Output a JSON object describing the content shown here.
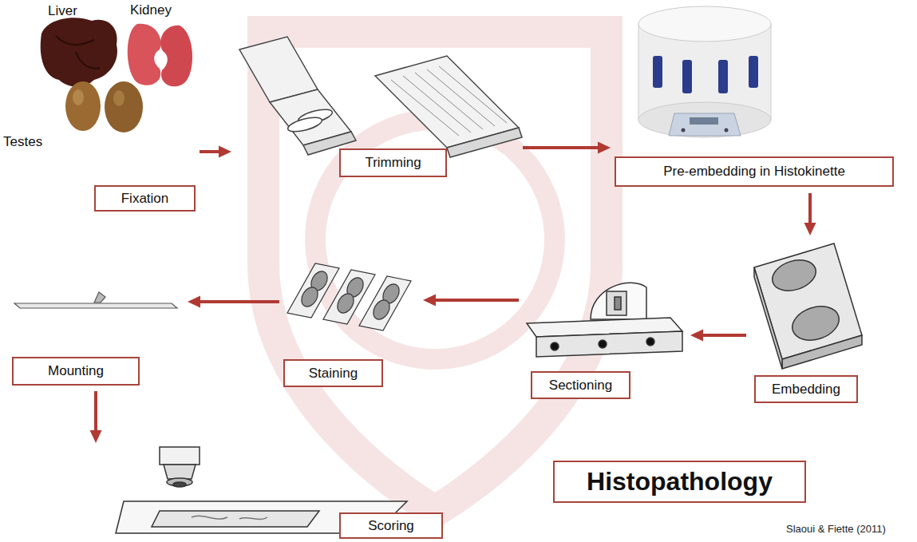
{
  "diagram": {
    "nodes": [
      {
        "text": [
          "Fixation"
        ]
      },
      {
        "text": [
          "Trimming"
        ]
      },
      {
        "text": [
          "Pre-embedding in Histokinette"
        ]
      },
      {
        "text": [
          "Embedding"
        ]
      },
      {
        "text": [
          "Sectioning"
        ]
      },
      {
        "text": [
          "Staining"
        ]
      },
      {
        "text": [
          "Mounting"
        ]
      },
      {
        "text": [
          "Scoring"
        ]
      },
      {
        "text": [
          "Histopathology"
        ]
      }
    ],
    "edges": [
      {
        "from": 0,
        "to": 1,
        "arrow": "to"
      },
      {
        "from": 1,
        "to": 2,
        "arrow": "to"
      },
      {
        "from": 2,
        "to": 3,
        "arrow": "to"
      },
      {
        "from": 3,
        "to": 4,
        "arrow": "to"
      },
      {
        "from": 4,
        "to": 5,
        "arrow": "to"
      },
      {
        "from": 5,
        "to": 6,
        "arrow": "to"
      },
      {
        "from": 6,
        "to": 7,
        "arrow": "to"
      }
    ],
    "labels": [
      "Liver",
      "Kidney",
      "Testes",
      "Slaoui & Fiette (2011)"
    ]
  }
}
